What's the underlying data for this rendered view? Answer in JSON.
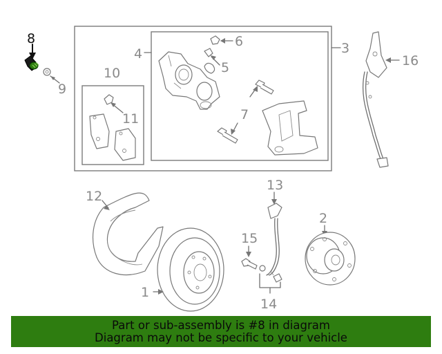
{
  "callouts": {
    "c1": "1",
    "c2": "2",
    "c3": "3",
    "c4": "4",
    "c5": "5",
    "c6": "6",
    "c7": "7",
    "c8": "8",
    "c9": "9",
    "c10": "10",
    "c11": "11",
    "c12": "12",
    "c13": "13",
    "c14": "14",
    "c15": "15",
    "c16": "16"
  },
  "highlighted_part": "8",
  "colors": {
    "highlight_part": "#2e7d10",
    "banner_background": "#2e7d10",
    "line": "#6f6f6f",
    "label": "#8a8a8a"
  },
  "banner": {
    "line1": "Part or sub-assembly is #8 in diagram",
    "line2": "Diagram may not be specific to your vehicle"
  }
}
